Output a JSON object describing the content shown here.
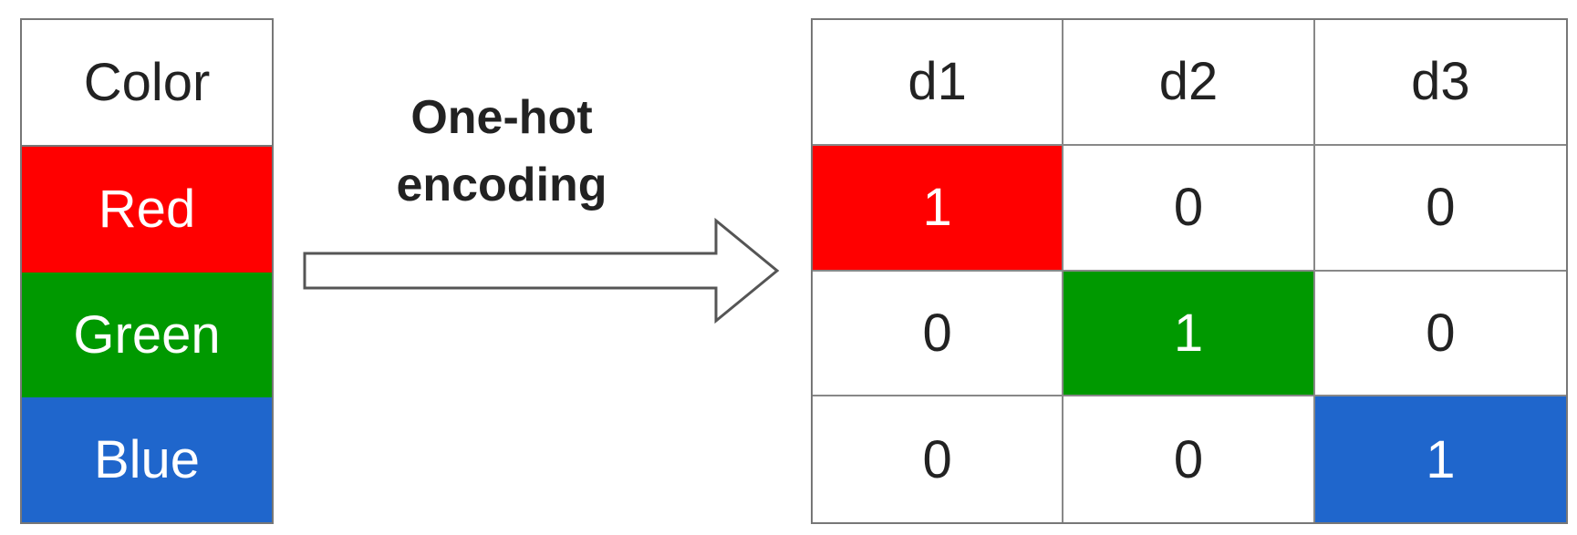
{
  "left_table": {
    "header": "Color",
    "rows": [
      {
        "label": "Red",
        "color": "#ff0000"
      },
      {
        "label": "Green",
        "color": "#009900"
      },
      {
        "label": "Blue",
        "color": "#1f66cc"
      }
    ]
  },
  "arrow": {
    "line1": "One-hot",
    "line2": "encoding"
  },
  "matrix": {
    "headers": [
      "d1",
      "d2",
      "d3"
    ],
    "rows": [
      [
        "1",
        "0",
        "0"
      ],
      [
        "0",
        "1",
        "0"
      ],
      [
        "0",
        "0",
        "1"
      ]
    ],
    "hot_colors": [
      "#ff0000",
      "#009900",
      "#1f66cc"
    ]
  }
}
